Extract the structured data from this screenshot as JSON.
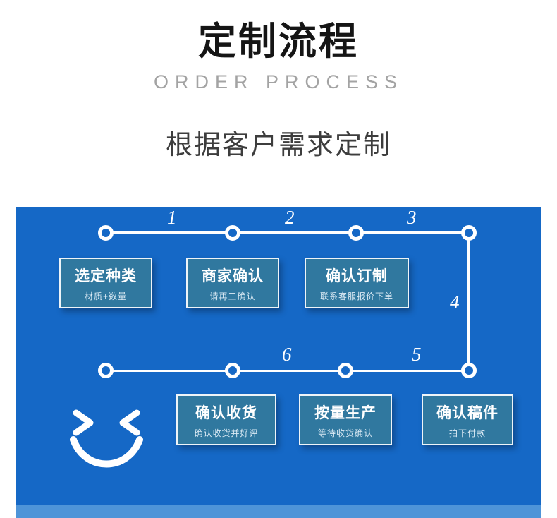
{
  "header": {
    "title": "定制流程",
    "subtitle": "ORDER PROCESS",
    "tagline": "根据客户需求定制"
  },
  "flow": {
    "panel_color": "#1568c6",
    "box_color": "#30789f",
    "line_color": "#ffffff",
    "numbers": [
      "1",
      "2",
      "3",
      "4",
      "5",
      "6"
    ],
    "steps_row1": [
      {
        "title": "选定种类",
        "desc": "材质+数量"
      },
      {
        "title": "商家确认",
        "desc": "请再三确认"
      },
      {
        "title": "确认订制",
        "desc": "联系客服报价下单"
      }
    ],
    "steps_row2": [
      {
        "title": "确认收货",
        "desc": "确认收货并好评"
      },
      {
        "title": "按量生产",
        "desc": "等待收货确认"
      },
      {
        "title": "确认稿件",
        "desc": "拍下付款"
      }
    ]
  }
}
